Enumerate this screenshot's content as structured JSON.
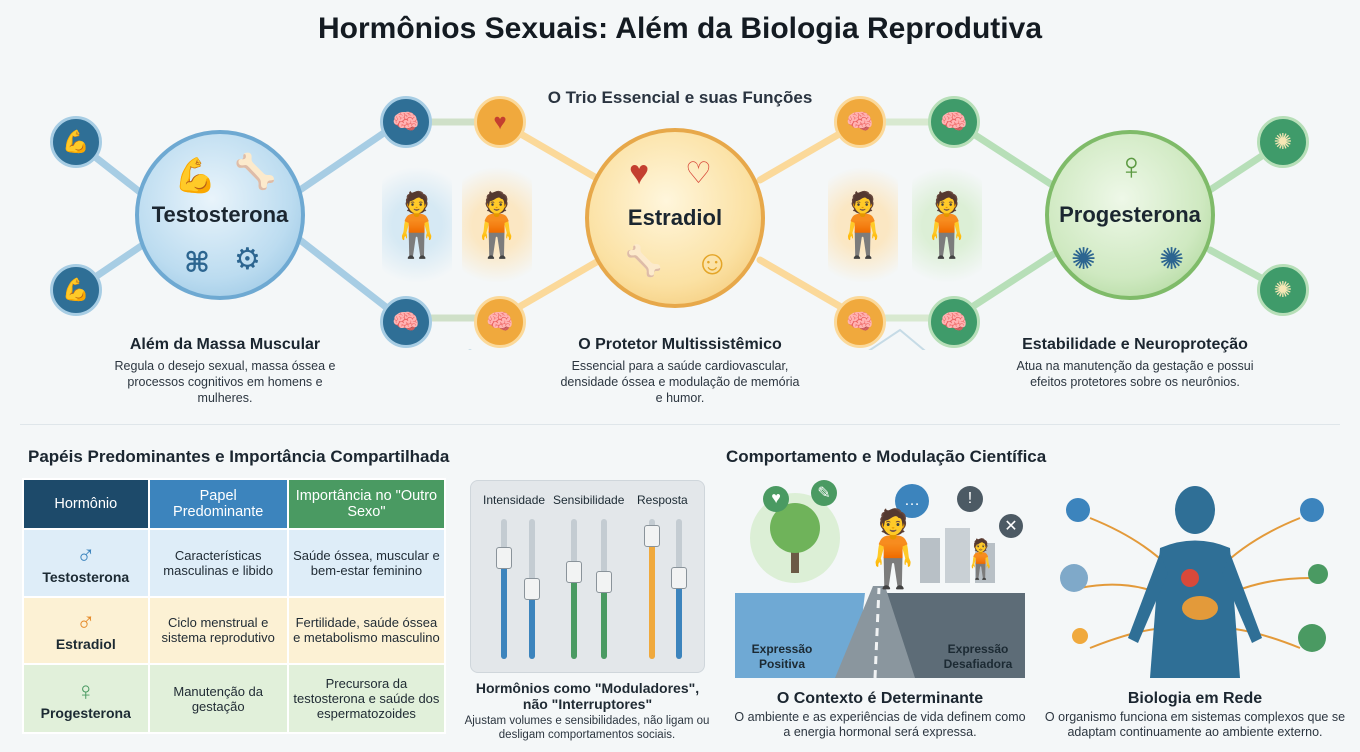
{
  "title": "Hormônios Sexuais: Além da Biologia Reprodutiva",
  "subtitle": "O Trio Essencial e suas Funções",
  "colors": {
    "testosterona": "#3c84bd",
    "estradiol": "#f0a93d",
    "progesterona": "#4a9a62",
    "dark_header": "#1d4a6a"
  },
  "hormones": {
    "testosterona": {
      "name": "Testosterona",
      "heading": "Além da Massa Muscular",
      "description": "Regula o desejo sexual, massa óssea e processos cognitivos em homens e mulheres."
    },
    "estradiol": {
      "name": "Estradiol",
      "heading": "O Protetor Multissistêmico",
      "description": "Essencial para a saúde cardiovascular, densidade óssea e modulação de memória e humor."
    },
    "progesterona": {
      "name": "Progesterona",
      "heading": "Estabilidade e Neuroproteção",
      "description": "Atua na manutenção da gestação e possui efeitos protetores sobre os neurônios."
    }
  },
  "icons": {
    "muscle": "muscle-icon",
    "bone": "bone-icon",
    "joint": "joint-icon",
    "brain": "brain-icon",
    "heart": "heart-icon",
    "heartbeat": "heartbeat-icon",
    "smile": "smile-icon",
    "pregnancy": "pregnancy-icon",
    "neuron": "neuron-icon",
    "male_symbol": "male-symbol-icon",
    "female_symbol": "female-symbol-icon"
  },
  "table": {
    "heading": "Papéis Predominantes e Importância Compartilhada",
    "headers": [
      "Hormônio",
      "Papel Predominante",
      "Importância no \"Outro Sexo\""
    ],
    "rows": [
      {
        "symbol": "♂",
        "hormone": "Testosterona",
        "role": "Características masculinas e libido",
        "other": "Saúde óssea, muscular e bem-estar feminino"
      },
      {
        "symbol": "♂",
        "hormone": "Estradiol",
        "role": "Ciclo menstrual e sistema reprodutivo",
        "other": "Fertilidade, saúde óssea e metabolismo masculino"
      },
      {
        "symbol": "♀",
        "hormone": "Progesterona",
        "role": "Manutenção da gestação",
        "other": "Precursora da testosterona e saúde dos espermatozoides"
      }
    ]
  },
  "modulators": {
    "labels": [
      "Intensidade",
      "Sensibilidade",
      "Resposta"
    ],
    "title": "Hormônios como \"Moduladores\", não \"Interruptores\"",
    "description": "Ajustam volumes e sensibilidades, não ligam ou desligam comportamentos sociais.",
    "levels": [
      0.72,
      0.5,
      0.62,
      0.55,
      0.88,
      0.58
    ]
  },
  "behavior": {
    "heading": "Comportamento e Modulação Científica",
    "context": {
      "label_positive": "Expressão Positiva",
      "label_challenging": "Expressão Desafiadora",
      "title": "O Contexto é Determinante",
      "description": "O ambiente e as experiências de vida definem como a energia hormonal será expressa."
    },
    "network": {
      "title": "Biologia em Rede",
      "description": "O organismo funciona em sistemas complexos que se adaptam continuamente ao ambiente externo."
    }
  }
}
